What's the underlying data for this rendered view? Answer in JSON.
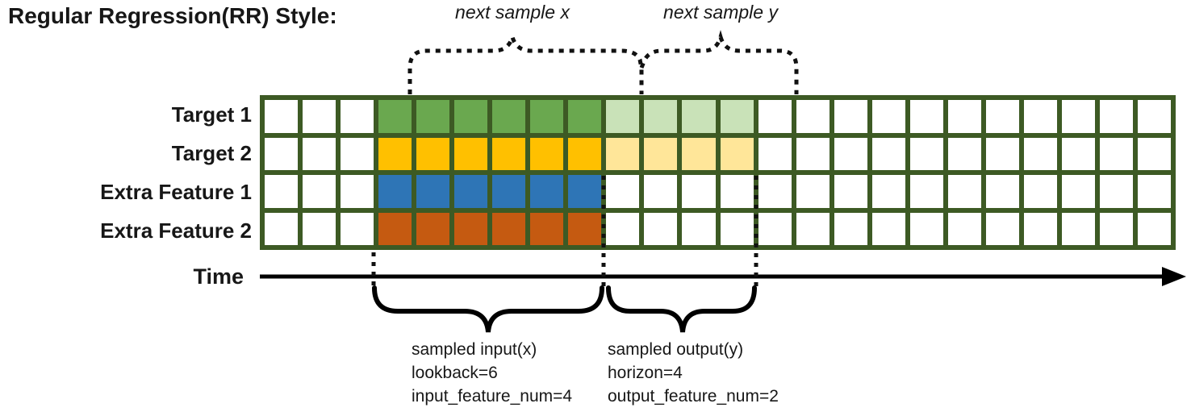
{
  "title": "Regular Regression(RR) Style:",
  "colors": {
    "grid_border": "#3d5a24",
    "dash_color": "#111111",
    "arrow_color": "#000000",
    "text_color": "#171717",
    "cell_empty": "#ffffff"
  },
  "grid": {
    "columns": 24,
    "input_range_note": "lookback window columns 4-9",
    "output_range_note": "horizon window columns 10-13",
    "rows": [
      {
        "label": "Target 1",
        "input_color": "#6aa84f",
        "output_color": "#c9e2b8",
        "input_cols": [
          3,
          8
        ],
        "output_cols": [
          9,
          12
        ]
      },
      {
        "label": "Target 2",
        "input_color": "#ffc000",
        "output_color": "#ffe699",
        "input_cols": [
          3,
          8
        ],
        "output_cols": [
          9,
          12
        ]
      },
      {
        "label": "Extra Feature 1",
        "input_color": "#2e75b6",
        "output_color": null,
        "input_cols": [
          3,
          8
        ],
        "output_cols": null
      },
      {
        "label": "Extra Feature 2",
        "input_color": "#c55a11",
        "output_color": null,
        "input_cols": [
          3,
          8
        ],
        "output_cols": null
      }
    ]
  },
  "annotations": {
    "next_sample_x": "next sample x",
    "next_sample_y": "next sample y",
    "time_label": "Time",
    "sampled_input": {
      "line1": "sampled input(x)",
      "line2": "lookback=6",
      "line3": "input_feature_num=4"
    },
    "sampled_output": {
      "line1": "sampled output(y)",
      "line2": "horizon=4",
      "line3": "output_feature_num=2"
    }
  }
}
